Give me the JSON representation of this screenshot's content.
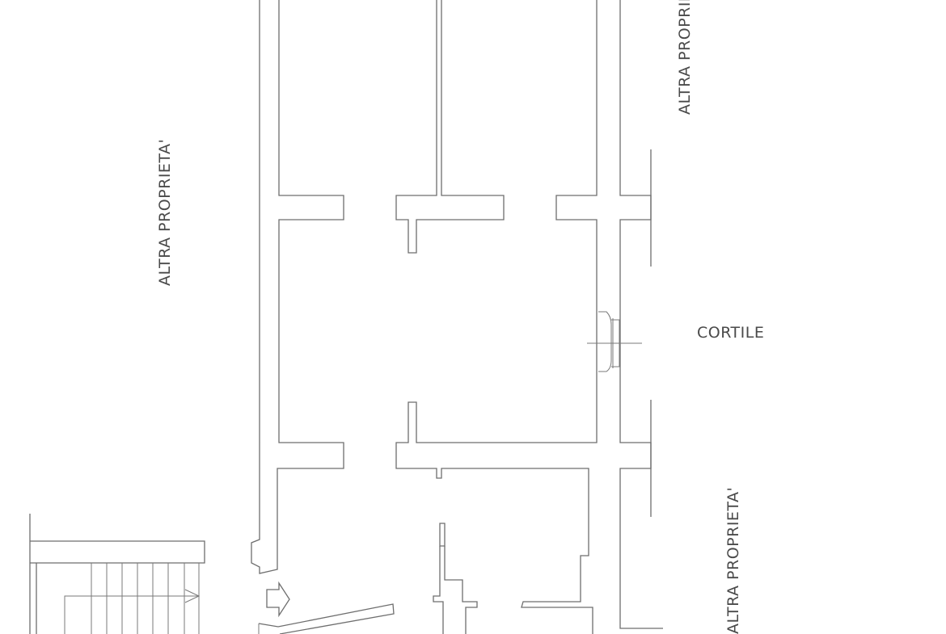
{
  "labels": {
    "left_property": "ALTRA PROPRIETA'",
    "top_right_property": "ALTRA PROPRIETA'",
    "courtyard": "CORTILE",
    "bottom_right_property": "ALTRA PROPRIETA'"
  },
  "colors": {
    "line": "#6e6e6e",
    "text": "#4a4a4a",
    "background": "#ffffff"
  }
}
